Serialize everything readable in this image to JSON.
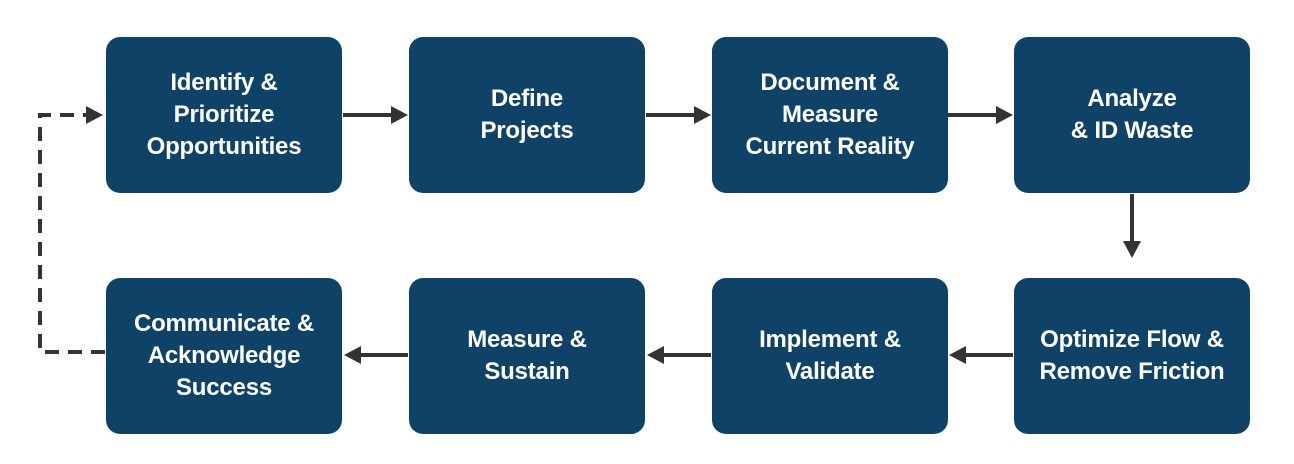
{
  "colors": {
    "box_fill": "#0e4266",
    "box_text": "#ffffff",
    "connector": "#333333",
    "background": "#ffffff"
  },
  "steps": [
    {
      "id": "identify-prioritize-opportunities",
      "lines": [
        "Identify &",
        "Prioritize",
        "Opportunities"
      ]
    },
    {
      "id": "define-projects",
      "lines": [
        "Define",
        "Projects"
      ]
    },
    {
      "id": "document-measure-current-reality",
      "lines": [
        "Document &",
        "Measure",
        "Current Reality"
      ]
    },
    {
      "id": "analyze-id-waste",
      "lines": [
        "Analyze",
        "& ID Waste"
      ]
    },
    {
      "id": "optimize-flow-remove-friction",
      "lines": [
        "Optimize Flow &",
        "Remove Friction"
      ]
    },
    {
      "id": "implement-validate",
      "lines": [
        "Implement &",
        "Validate"
      ]
    },
    {
      "id": "measure-sustain",
      "lines": [
        "Measure &",
        "Sustain"
      ]
    },
    {
      "id": "communicate-acknowledge-success",
      "lines": [
        "Communicate &",
        "Acknowledge",
        "Success"
      ]
    }
  ],
  "connectors": [
    {
      "from": 0,
      "to": 1,
      "style": "solid"
    },
    {
      "from": 1,
      "to": 2,
      "style": "solid"
    },
    {
      "from": 2,
      "to": 3,
      "style": "solid"
    },
    {
      "from": 3,
      "to": 4,
      "style": "solid"
    },
    {
      "from": 4,
      "to": 5,
      "style": "solid"
    },
    {
      "from": 5,
      "to": 6,
      "style": "solid"
    },
    {
      "from": 6,
      "to": 7,
      "style": "solid"
    },
    {
      "from": 7,
      "to": 0,
      "style": "dashed"
    }
  ]
}
